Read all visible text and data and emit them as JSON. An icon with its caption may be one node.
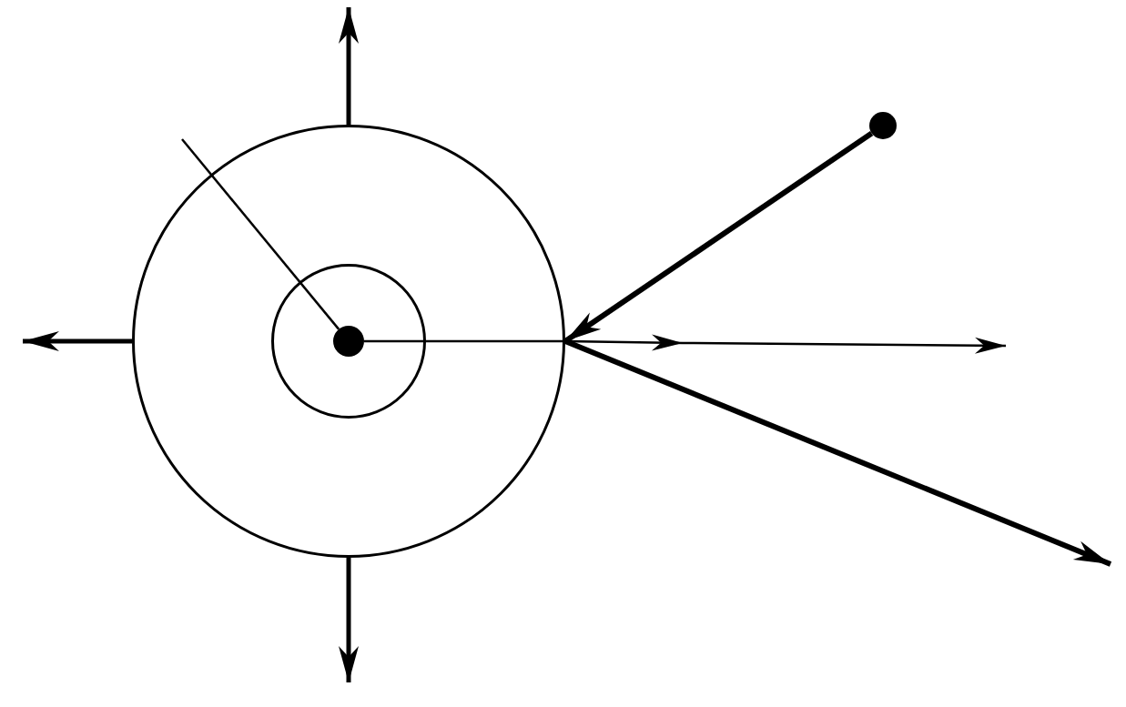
{
  "diagram": {
    "nodes": [
      {
        "text": [],
        "shape": "circle"
      },
      {
        "text": [],
        "shape": "circle",
        "in": 0
      },
      {
        "text": [],
        "shape": "circle",
        "in": 1
      },
      {
        "text": [],
        "shape": "circle"
      }
    ],
    "edges": [
      {
        "from": 3,
        "to": 0,
        "arrow": "to"
      },
      {
        "from": 0,
        "to": null,
        "arrow": "to"
      },
      {
        "from": 0,
        "to": null,
        "arrow": "to"
      },
      {
        "from": 0,
        "to": null,
        "arrow": "to"
      },
      {
        "from": 0,
        "to": null,
        "arrow": "to"
      },
      {
        "from": 0,
        "to": null,
        "arrow": "to"
      },
      {
        "from": 2,
        "to": null,
        "arrow": "none"
      },
      {
        "from": 2,
        "to": 0,
        "arrow": "none"
      }
    ]
  }
}
